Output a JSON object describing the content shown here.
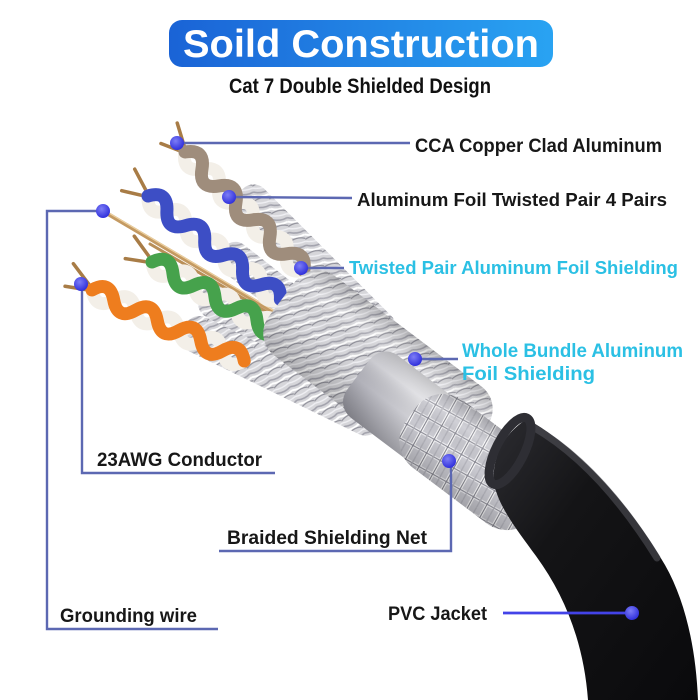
{
  "banner": {
    "title": "Soild Construction",
    "subtitle": "Cat 7 Double Shielded Design"
  },
  "labels": {
    "cca": "CCA Copper Clad Aluminum",
    "foil_twisted_pair": "Aluminum Foil Twisted Pair 4 Pairs",
    "twisted_pair_shielding": "Twisted Pair Aluminum Foil Shielding",
    "whole_bundle_line1": "Whole Bundle Aluminum",
    "whole_bundle_line2": "Foil Shielding",
    "conductor": "23AWG Conductor",
    "braided_net": "Braided Shielding Net",
    "grounding": "Grounding wire",
    "pvc": "PVC Jacket"
  },
  "colors": {
    "banner_gradient_start": "#1a63d6",
    "banner_gradient_end": "#29a3f2",
    "cyan_label": "#2bc0e4",
    "callout_line": "#5c68b2",
    "callout_line_bright": "#4343e8",
    "callout_dot": "#2e2ee0",
    "pair_tan": "#9f8d7c",
    "pair_blue": "#3d4ec5",
    "pair_green": "#46a24c",
    "pair_orange": "#ee7d1e",
    "conductor_copper": "#a87c46",
    "foil_silver": "#d6d6da",
    "jacket_black": "#141416"
  }
}
